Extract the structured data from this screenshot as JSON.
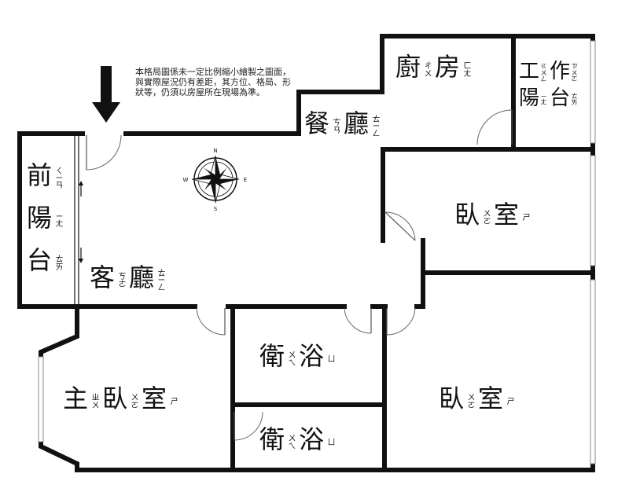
{
  "note": "本格局圖係未一定比例縮小繪製之圖面，與實際屋況仍有差距，其方位、格局、形狀等，仍須以房屋所在現場為準。",
  "compass": {
    "n": "N",
    "s": "S",
    "e": "E",
    "w": "W"
  },
  "rooms": {
    "kitchen": {
      "c1": "廚",
      "z1": "ㄔㄨ",
      "c2": "房",
      "z2": "ㄈㄤ"
    },
    "work_balcony": {
      "c1": "工",
      "z1": "ㄍㄨㄥ",
      "c2": "作",
      "z2": "ㄗㄨㄛ",
      "c3": "陽",
      "z3": "ㄧㄤ",
      "c4": "台",
      "z4": "ㄊㄞ"
    },
    "dining": {
      "c1": "餐",
      "z1": "ㄘㄢ",
      "c2": "廳",
      "z2": "ㄊㄧㄥ"
    },
    "front_balcony": {
      "c1": "前",
      "z1": "ㄑㄧㄢ",
      "c2": "陽",
      "z2": "ㄧㄤ",
      "c3": "台",
      "z3": "ㄊㄞ"
    },
    "living": {
      "c1": "客",
      "z1": "ㄎㄜ",
      "c2": "廳",
      "z2": "ㄊㄧㄥ"
    },
    "bedroom1": {
      "c1": "臥",
      "z1": "ㄨㄛ",
      "c2": "室",
      "z2": "ㄕ"
    },
    "bathroom1": {
      "c1": "衛",
      "z1": "ㄨㄟ",
      "c2": "浴",
      "z2": "ㄩ"
    },
    "bathroom2": {
      "c1": "衛",
      "z1": "ㄨㄟ",
      "c2": "浴",
      "z2": "ㄩ"
    },
    "master_bedroom": {
      "c1": "主",
      "z1": "ㄓㄨ",
      "c2": "臥",
      "z2": "ㄨㄛ",
      "c3": "室",
      "z3": "ㄕ"
    },
    "bedroom2": {
      "c1": "臥",
      "z1": "ㄨㄛ",
      "c2": "室",
      "z2": "ㄕ"
    }
  }
}
